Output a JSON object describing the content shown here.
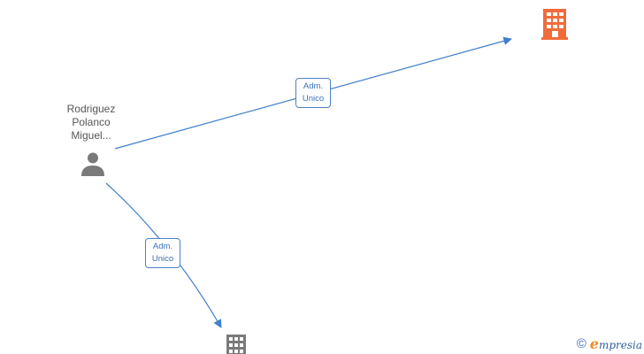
{
  "diagram": {
    "person": {
      "name_lines": [
        "Rodriguez",
        "Polanco",
        "Miguel..."
      ],
      "icon": "person-icon"
    },
    "companies": [
      {
        "id": "company-top",
        "icon": "building-icon",
        "color": "#f26b3a"
      },
      {
        "id": "company-bottom",
        "icon": "building-icon",
        "color": "#7a7a7a"
      }
    ],
    "edges": [
      {
        "from": "person",
        "to": "company-top",
        "label_lines": [
          "Adm.",
          "Unico"
        ]
      },
      {
        "from": "person",
        "to": "company-bottom",
        "label_lines": [
          "Adm.",
          "Unico"
        ]
      }
    ],
    "edge_color": "#3f7fcf"
  },
  "brand": {
    "copyright_symbol": "©",
    "name_initial": "e",
    "name_rest": "mpresia",
    "accent_color": "#f08a24",
    "primary_color": "#2f5f9e"
  }
}
